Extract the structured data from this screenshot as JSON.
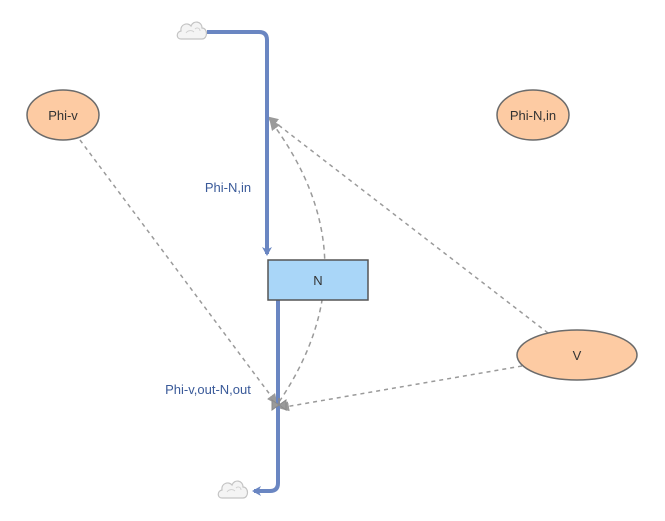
{
  "colors": {
    "flow": "#6a86c2",
    "link": "#9a9a9a",
    "stock_fill": "#a9d6f8",
    "stock_stroke": "#555555",
    "aux_fill": "#fdcba3",
    "aux_stroke": "#6b6b6b",
    "cloud_fill": "#f4f4f4",
    "cloud_stroke": "#c4c4c4"
  },
  "stock": {
    "label": "N"
  },
  "variables": {
    "phi_v": {
      "label": "Phi-v"
    },
    "phi_n_in": {
      "label": "Phi-N,in"
    },
    "v": {
      "label": "V"
    }
  },
  "flows": {
    "inflow": {
      "label": "Phi-N,in",
      "source": "cloud",
      "target": "N"
    },
    "outflow": {
      "label": "Phi-v,out-N,out",
      "source": "N",
      "target": "cloud"
    }
  },
  "links": [
    {
      "from": "Phi-v",
      "to": "Phi-v,out-N,out"
    },
    {
      "from": "V",
      "to": "Phi-N,in"
    },
    {
      "from": "V",
      "to": "Phi-v,out-N,out"
    },
    {
      "from": "Phi-v,out-N,out",
      "to": "Phi-N,in"
    }
  ],
  "icons": {
    "source_cloud": "cloud-icon",
    "sink_cloud": "cloud-icon"
  }
}
